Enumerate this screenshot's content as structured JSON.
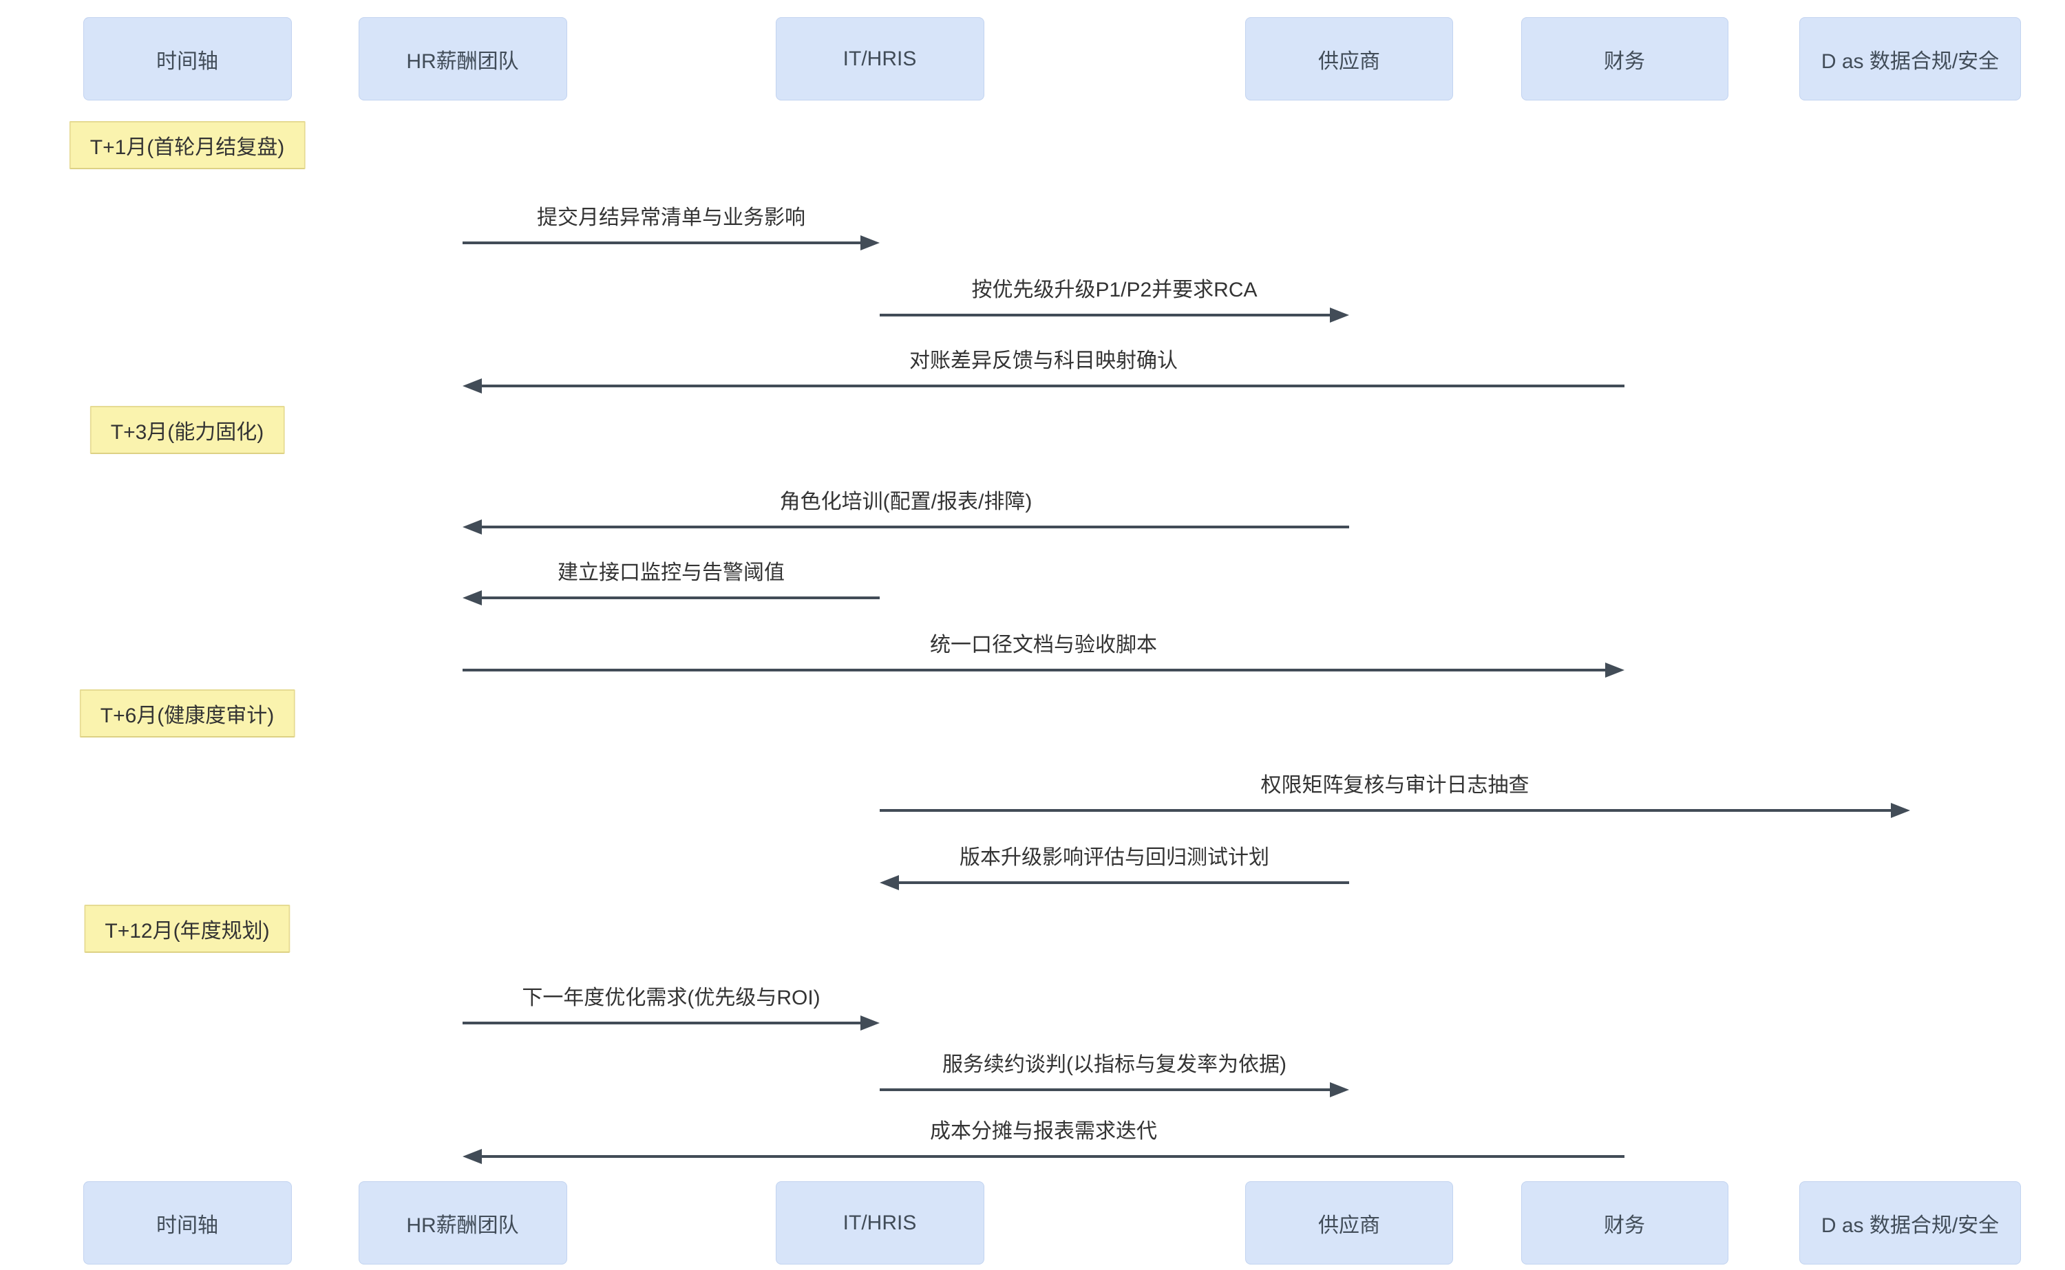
{
  "diagram": {
    "kind": "sequence-diagram",
    "actors": [
      {
        "id": "timeline",
        "label": "时间轴"
      },
      {
        "id": "hr",
        "label": "HR薪酬团队"
      },
      {
        "id": "it",
        "label": "IT/HRIS"
      },
      {
        "id": "vendor",
        "label": "供应商"
      },
      {
        "id": "finance",
        "label": "财务"
      },
      {
        "id": "compliance",
        "label": "D as 数据合规/安全"
      }
    ],
    "notes": [
      {
        "over": "timeline",
        "label": "T+1月(首轮月结复盘)"
      },
      {
        "over": "timeline",
        "label": "T+3月(能力固化)"
      },
      {
        "over": "timeline",
        "label": "T+6月(健康度审计)"
      },
      {
        "over": "timeline",
        "label": "T+12月(年度规划)"
      }
    ],
    "messages": [
      {
        "from": "hr",
        "to": "it",
        "label": "提交月结异常清单与业务影响"
      },
      {
        "from": "it",
        "to": "vendor",
        "label": "按优先级升级P1/P2并要求RCA"
      },
      {
        "from": "finance",
        "to": "hr",
        "label": "对账差异反馈与科目映射确认"
      },
      {
        "from": "vendor",
        "to": "hr",
        "label": "角色化培训(配置/报表/排障)"
      },
      {
        "from": "it",
        "to": "hr",
        "label": "建立接口监控与告警阈值"
      },
      {
        "from": "hr",
        "to": "finance",
        "label": "统一口径文档与验收脚本"
      },
      {
        "from": "it",
        "to": "compliance",
        "label": "权限矩阵复核与审计日志抽查"
      },
      {
        "from": "vendor",
        "to": "it",
        "label": "版本升级影响评估与回归测试计划"
      },
      {
        "from": "hr",
        "to": "it",
        "label": "下一年度优化需求(优先级与ROI)"
      },
      {
        "from": "it",
        "to": "vendor",
        "label": "服务续约谈判(以指标与复发率为依据)"
      },
      {
        "from": "finance",
        "to": "hr",
        "label": "成本分摊与报表需求迭代"
      }
    ],
    "colors": {
      "background": "#ffffff",
      "actor_fill": "#d7e4f9",
      "actor_border": "#c2d3f0",
      "actor_text": "#414c58",
      "note_fill": "#faf3ae",
      "note_border": "#e6db93",
      "note_border_dark": "#ddd184",
      "line": "#424c57",
      "message_text": "#333333"
    }
  }
}
